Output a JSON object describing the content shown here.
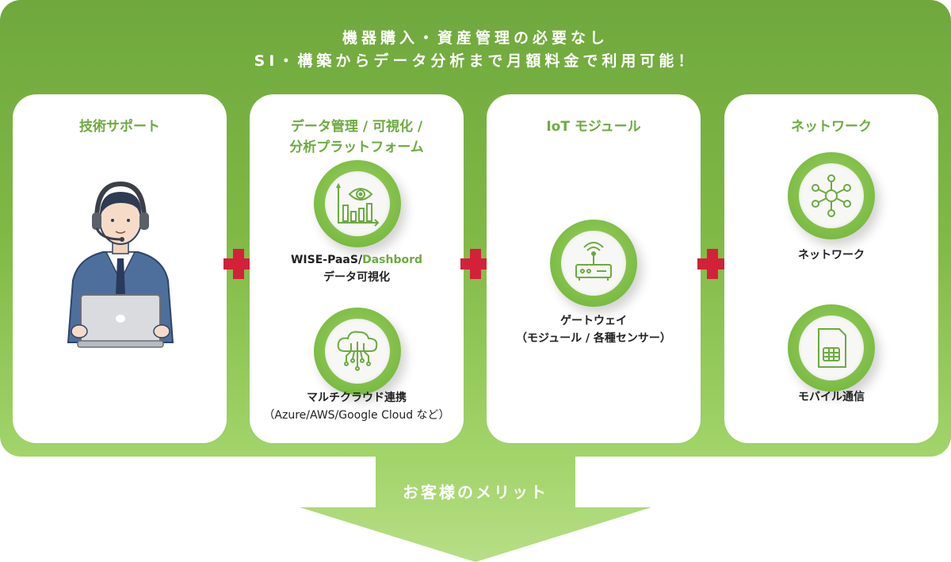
{
  "headline": {
    "line1": "機器購入・資産管理の必要なし",
    "line2": "SI・構築からデータ分析まで月額料金で利用可能！"
  },
  "cards": [
    {
      "title": "技術サポート"
    },
    {
      "title_line1": "データ管理 / 可視化 /",
      "title_line2": "分析プラットフォーム",
      "items": [
        {
          "icon": "dashboard-chart-eye-icon",
          "label_part1": "WISE-PaaS/",
          "label_part2": "Dashbord",
          "label_line2": "データ可視化"
        },
        {
          "icon": "cloud-circuit-icon",
          "label_line1": "マルチクラウド連携",
          "label_line2": "（Azure/AWS/Google Cloud など）"
        }
      ]
    },
    {
      "title": "IoT モジュール",
      "items": [
        {
          "icon": "gateway-router-icon",
          "label_line1": "ゲートウェイ",
          "label_line2": "（モジュール / 各種センサー）"
        }
      ]
    },
    {
      "title": "ネットワーク",
      "items": [
        {
          "icon": "network-nodes-icon",
          "label": "ネットワーク"
        },
        {
          "icon": "sim-card-icon",
          "label": "モバイル通信"
        }
      ]
    }
  ],
  "arrow_label": "お客様のメリット",
  "colors": {
    "green": "#7cbc43",
    "accent_text": "#6cab3f",
    "plus_red": "#d3213a"
  }
}
